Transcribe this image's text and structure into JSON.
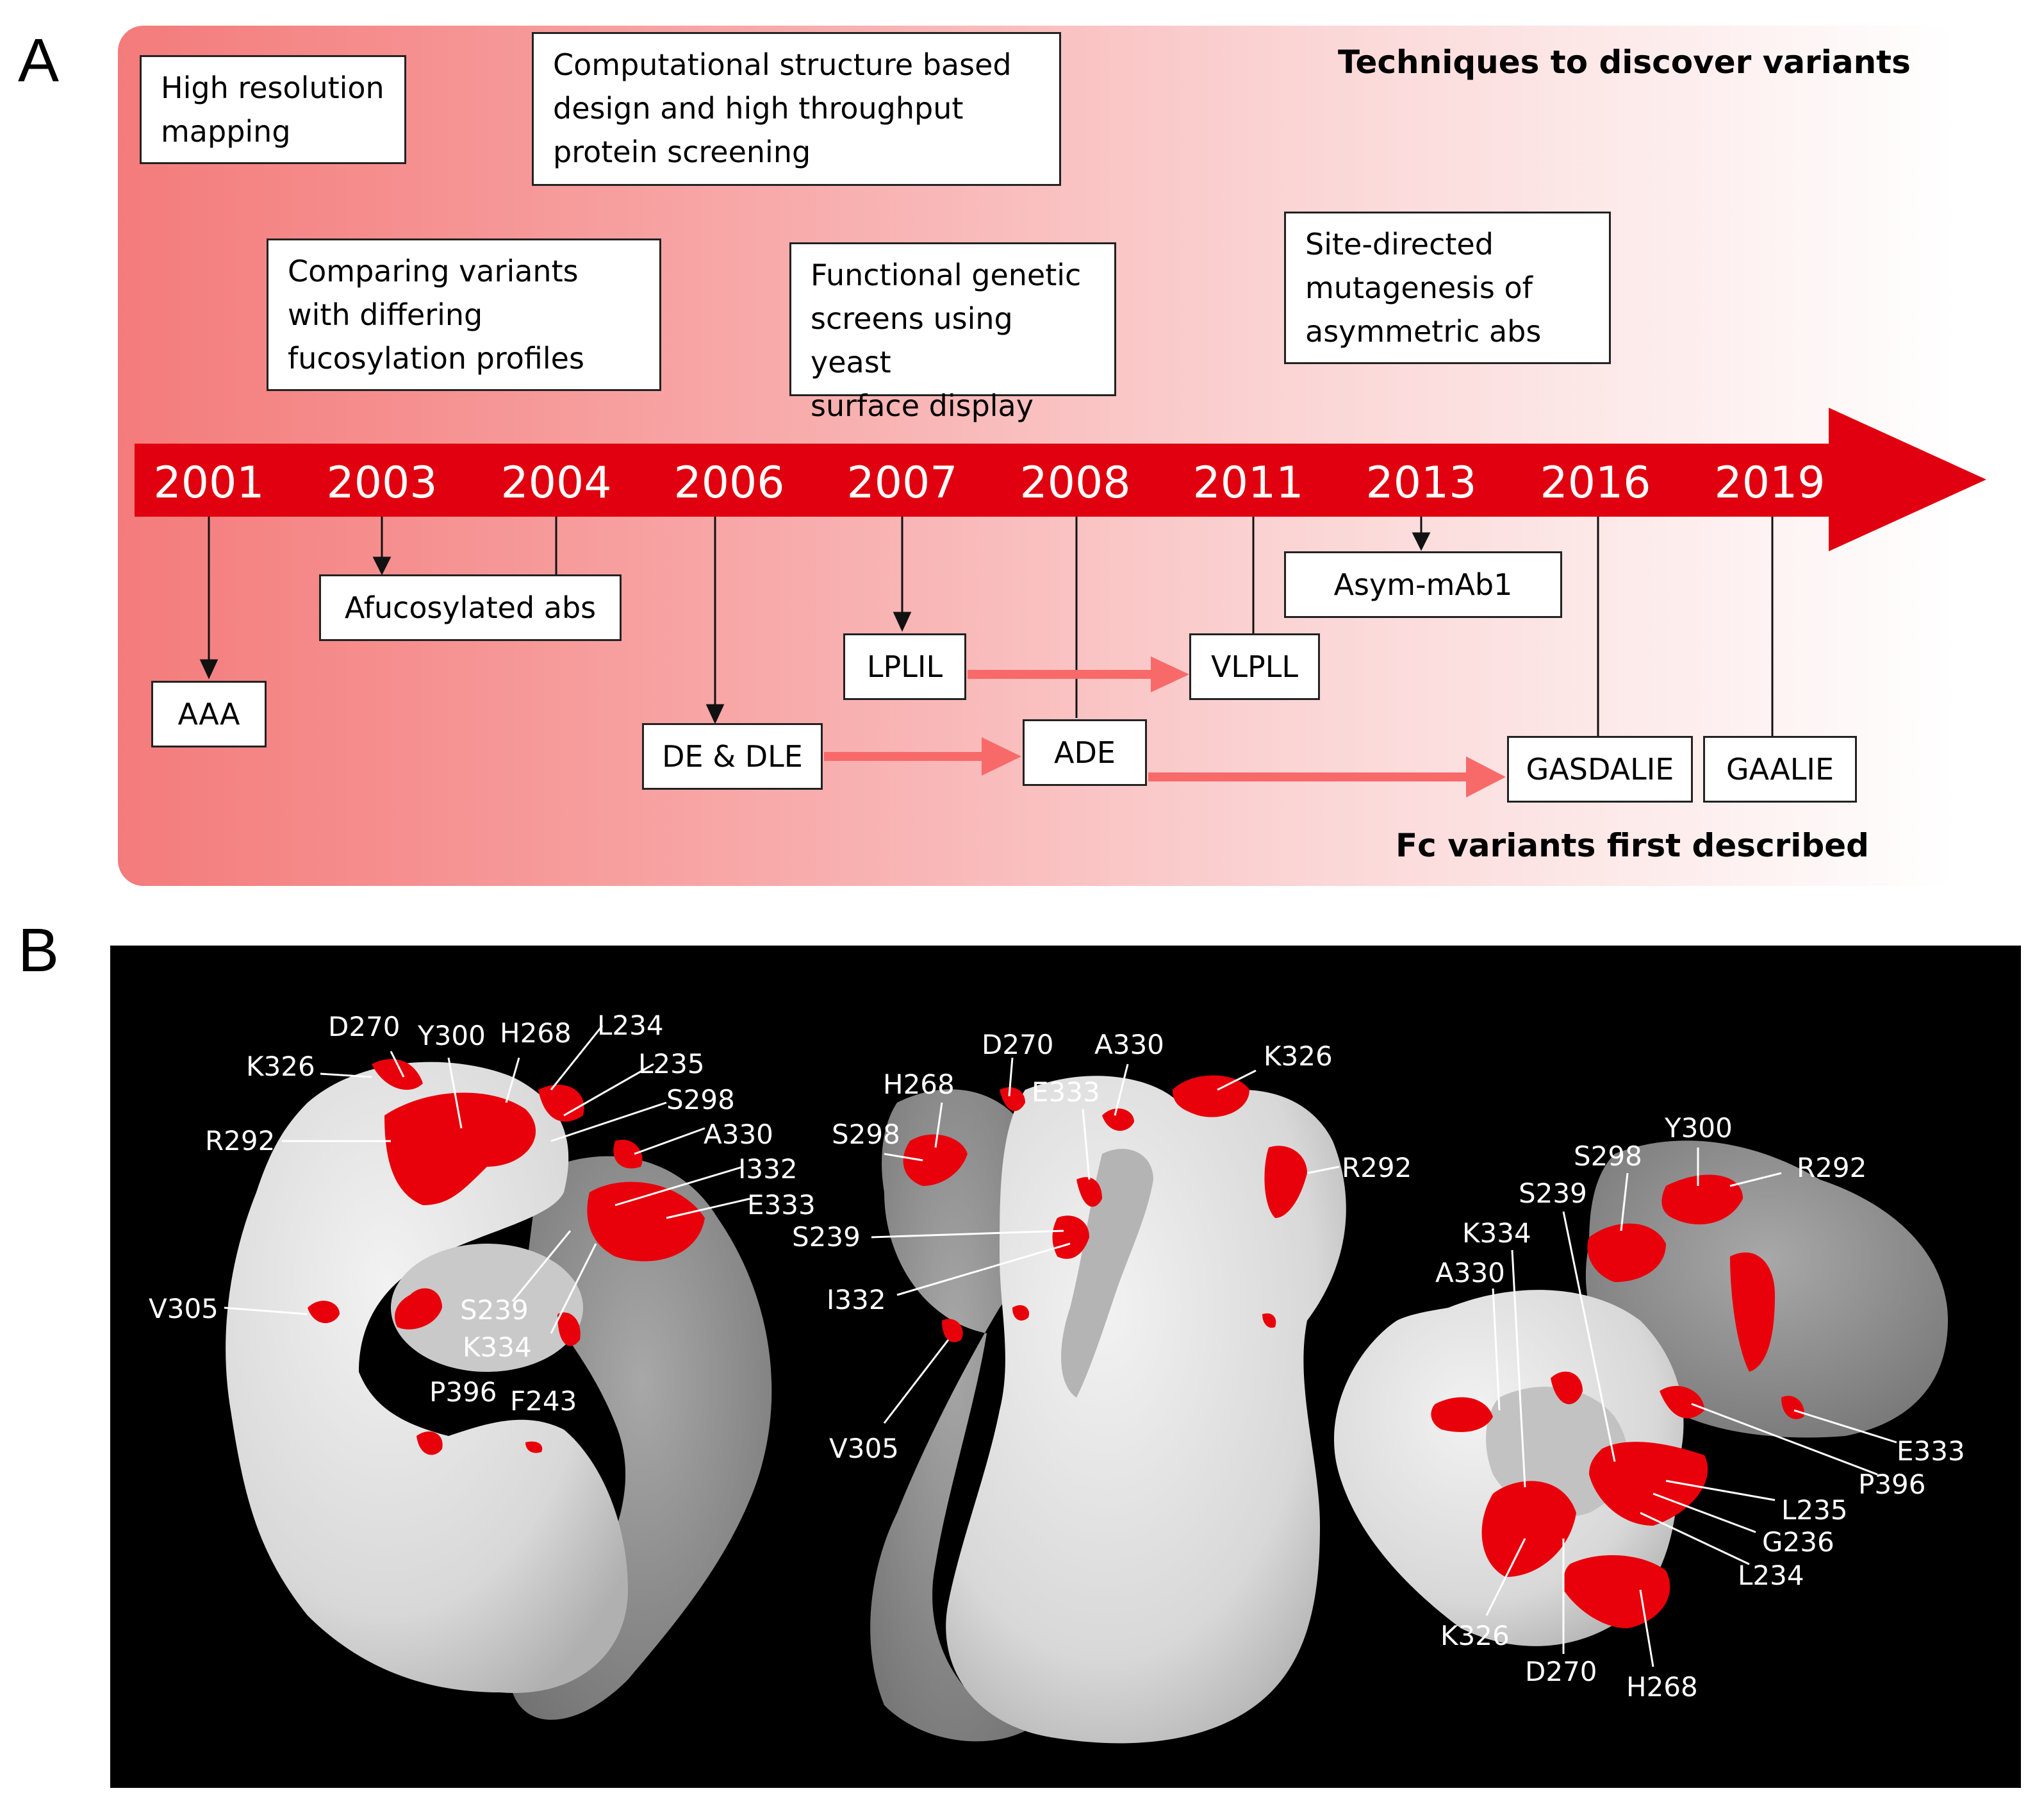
{
  "panel_a": {
    "letter": "A",
    "heading_techniques": "Techniques to discover variants",
    "heading_variants": "Fc variants first described",
    "technique_boxes": [
      {
        "text": "High resolution\nmapping"
      },
      {
        "text": "Computational structure based\ndesign and high throughput\nprotein screening"
      },
      {
        "text": "Comparing variants\nwith differing\nfucosylation profiles"
      },
      {
        "text": "Functional genetic\nscreens using yeast\nsurface display"
      },
      {
        "text": "Site-directed\nmutagenesis of\nasymmetric abs"
      }
    ],
    "years": [
      "2001",
      "2003",
      "2004",
      "2006",
      "2007",
      "2008",
      "2011",
      "2013",
      "2016",
      "2019"
    ],
    "variants": [
      "AAA",
      "Afucosylated abs",
      "DE & DLE",
      "LPLIL",
      "ADE",
      "VLPLL",
      "Asym-mAb1",
      "GASDALIE",
      "GAALIE"
    ],
    "colors": {
      "arrow": "#e0000f",
      "evolution_arrow": "#f86a6a",
      "gradient_start": "#f47b7b"
    }
  },
  "panel_b": {
    "letter": "B",
    "view1_labels": [
      "D270",
      "Y300",
      "H268",
      "L234",
      "K326",
      "L235",
      "S298",
      "A330",
      "R292",
      "I332",
      "E333",
      "V305",
      "S239",
      "K334",
      "P396",
      "F243"
    ],
    "view2_labels": [
      "D270",
      "A330",
      "K326",
      "H268",
      "E333",
      "S298",
      "R292",
      "S239",
      "I332",
      "V305"
    ],
    "view3_labels": [
      "Y300",
      "S298",
      "R292",
      "S239",
      "K334",
      "A330",
      "E333",
      "P396",
      "L235",
      "G236",
      "L234",
      "K326",
      "D270",
      "H268"
    ],
    "colors": {
      "highlight": "#e8000a",
      "surface_light": "#e8e8e8",
      "surface_dark": "#8c8c8c"
    }
  }
}
